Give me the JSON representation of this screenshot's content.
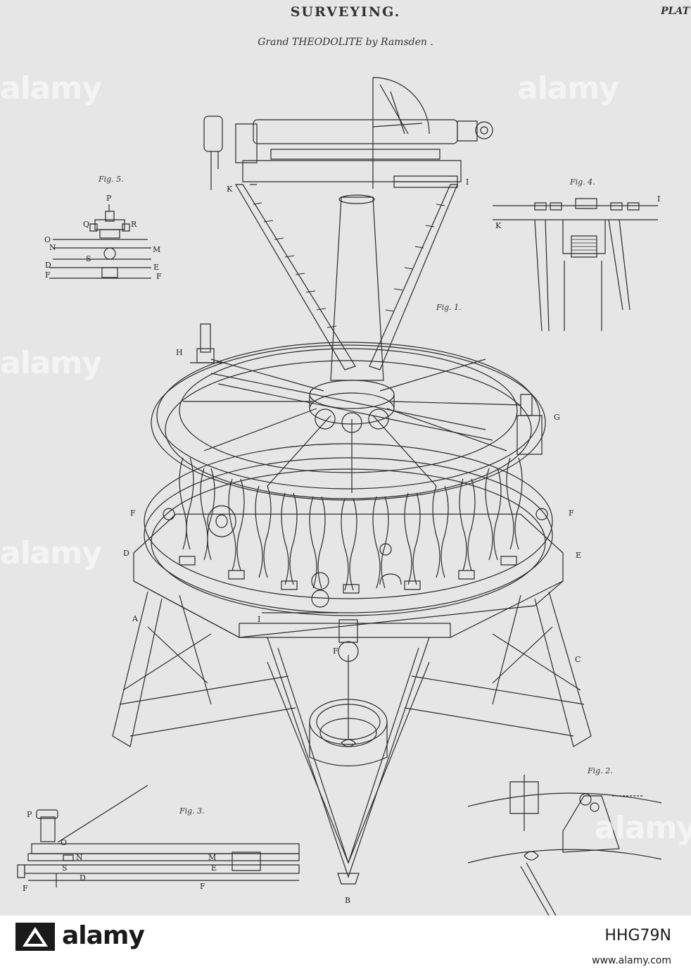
{
  "plate": {
    "heading": "SURVEYING.",
    "plate_tag": "PLAT",
    "subtitle": "Grand THEODOLITE by Ramsden ."
  },
  "figures": {
    "fig1": "Fig. 1.",
    "fig2": "Fig. 2.",
    "fig3": "Fig. 3.",
    "fig4": "Fig. 4.",
    "fig5": "Fig. 5."
  },
  "fig1_labels": {
    "K": "K",
    "I_top": "I",
    "H": "H",
    "G": "G",
    "F_left": "F",
    "F_right": "F",
    "D": "D",
    "E": "E",
    "A": "A",
    "I_low": "I",
    "F_low": "F",
    "C": "C",
    "B": "B"
  },
  "fig4_labels": {
    "I": "I",
    "K": "K"
  },
  "fig5_labels": {
    "P": "P",
    "Q": "Q",
    "R": "R",
    "O": "O",
    "N": "N",
    "M": "M",
    "S": "S",
    "D": "D",
    "E": "E",
    "F_left": "F",
    "F_right": "F"
  },
  "fig3_labels": {
    "P": "P",
    "O": "O",
    "N": "N",
    "M": "M",
    "S": "S",
    "E": "E",
    "D": "D",
    "F_left": "F",
    "F_mid": "F"
  },
  "watermark": {
    "brand": "alamy",
    "image_id": "HHG79N",
    "site": "www.alamy.com"
  }
}
